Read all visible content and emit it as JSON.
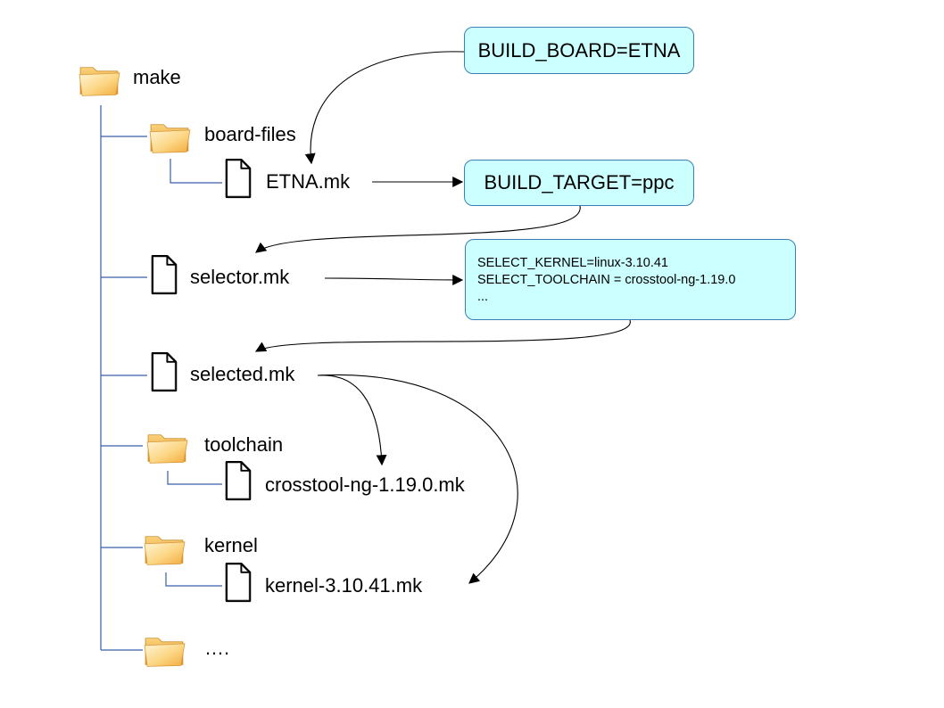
{
  "tree": {
    "root": "make",
    "board_files": "board-files",
    "etna_mk": "ETNA.mk",
    "selector_mk": "selector.mk",
    "selected_mk": "selected.mk",
    "toolchain": "toolchain",
    "crosstool_mk": "crosstool-ng-1.19.0.mk",
    "kernel": "kernel",
    "kernel_mk": "kernel-3.10.41.mk",
    "more": "…."
  },
  "boxes": {
    "build_board": "BUILD_BOARD=ETNA",
    "build_target": "BUILD_TARGET=ppc",
    "selections": [
      "SELECT_KERNEL=linux-3.10.41",
      "SELECT_TOOLCHAIN = crosstool-ng-1.19.0",
      "..."
    ]
  },
  "colors": {
    "tree_line": "#3a5ea8",
    "box_fill": "#ccffff",
    "box_border": "#3c7fb3",
    "folder_light": "#fde3a7",
    "folder_dark": "#f0a830"
  }
}
